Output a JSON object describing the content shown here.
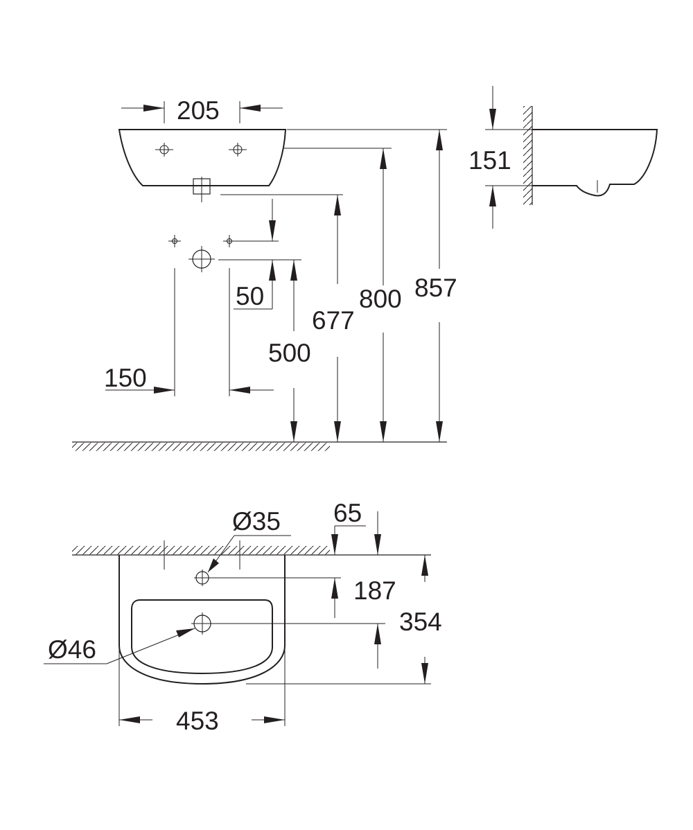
{
  "drawing": {
    "front_view": {
      "width_top": "205",
      "tap_hole_offset": "50",
      "tap_hole_spacing": "150",
      "height_waste": "500",
      "height_bottom": "677",
      "height_tap_deck": "800",
      "height_rim": "857"
    },
    "side_view": {
      "depth_at_wall": "151"
    },
    "plan_view": {
      "tap_hole_diameter": "Ø35",
      "waste_diameter": "Ø46",
      "wall_to_tap_hole": "65",
      "wall_to_waste": "187",
      "projection": "354",
      "overall_width": "453"
    }
  }
}
